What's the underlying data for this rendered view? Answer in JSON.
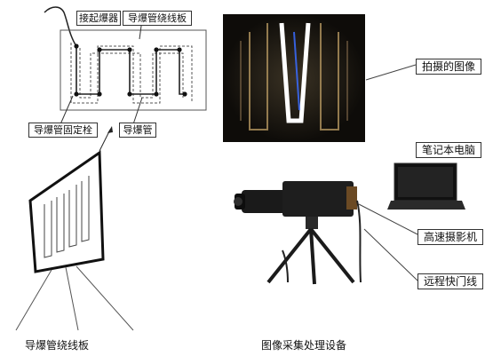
{
  "diagram": {
    "labels": {
      "detonator": "接起爆器",
      "board": "导爆管绕线板",
      "fixing_pin": "导爆管固定栓",
      "tube": "导爆管"
    }
  },
  "photos": {
    "labels": {
      "captured_image": "拍摄的图像",
      "laptop": "笔记本电脑",
      "camera": "高速摄影机",
      "shutter_cable": "远程快门线"
    }
  },
  "captions": {
    "left": "导爆管绕线板",
    "right": "图像采集处理设备"
  }
}
